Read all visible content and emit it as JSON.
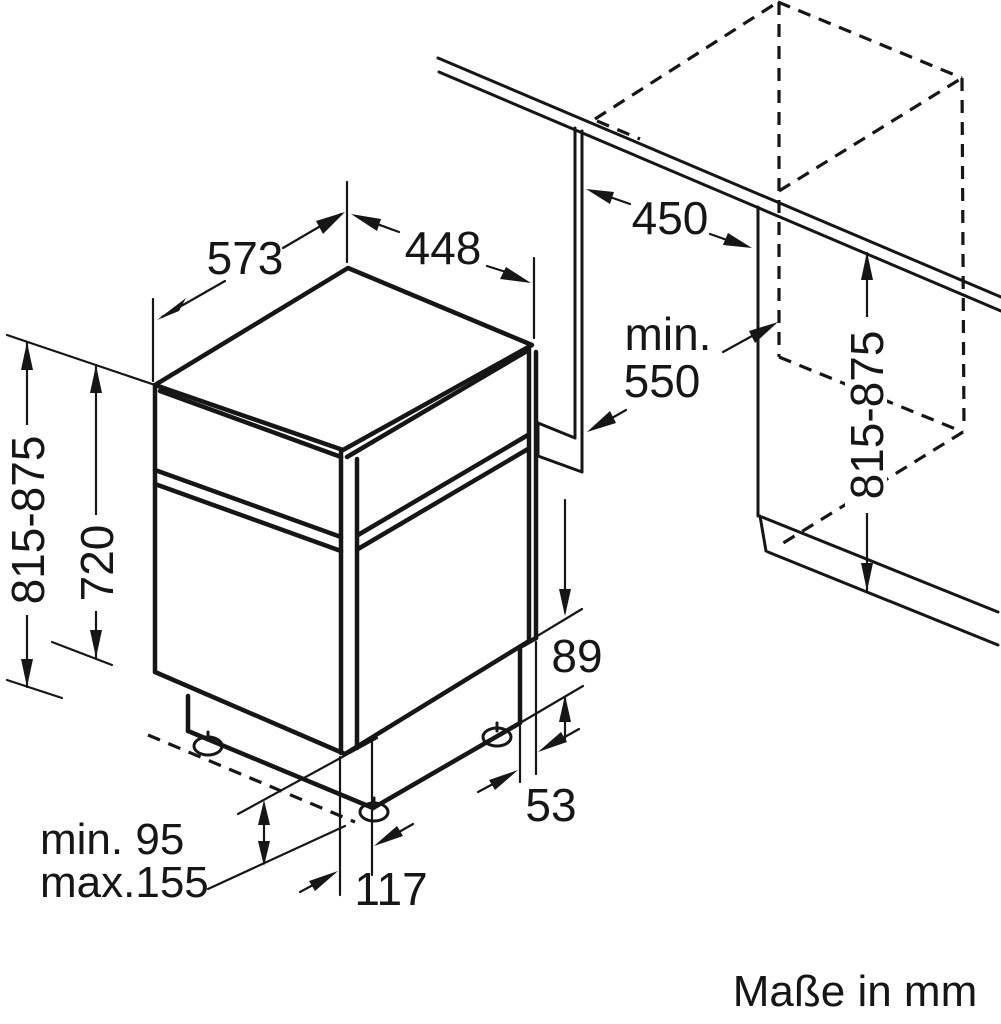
{
  "diagram": {
    "type": "appliance-installation-dimension-drawing",
    "units": "mm",
    "colors": {
      "line": "#161616",
      "background": "#ffffff"
    },
    "dims": {
      "depth": "573",
      "width": "448",
      "niche_width": "450",
      "niche_depth_prefix": "min.",
      "niche_depth": "550",
      "height_left": "815-875",
      "height_right": "815-875",
      "body_height": "720",
      "base_panel_height": "89",
      "base_inset_side": "53",
      "base_inset_front": "117",
      "feet_min": "min. 95",
      "feet_max": "max.155"
    },
    "footer": {
      "note": "Maße in mm"
    }
  }
}
